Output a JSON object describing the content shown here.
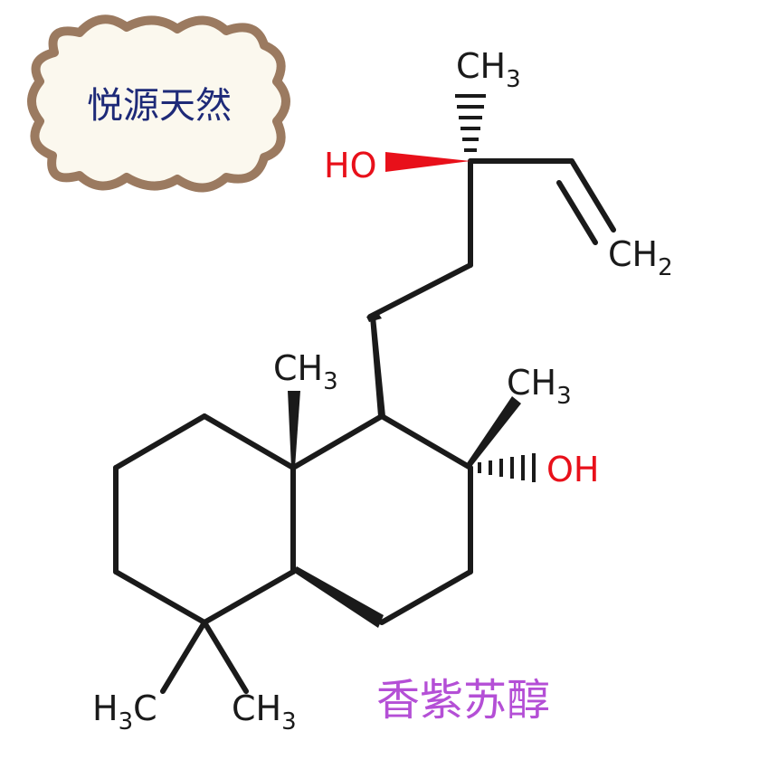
{
  "brand": {
    "text": "悦源天然",
    "frame_fill": "#fbf8ee",
    "frame_stroke": "#9b7a60",
    "text_color": "#1e2a78"
  },
  "caption": {
    "text": "香紫苏醇",
    "color": "#b44fd6"
  },
  "molecule": {
    "labels": {
      "ch3_top": {
        "main": "CH",
        "sub": "3"
      },
      "ho_top": {
        "main": "HO"
      },
      "ch2_vinyl": {
        "main": "CH",
        "sub": "2"
      },
      "ch3_ring_junction": {
        "main": "CH",
        "sub": "3"
      },
      "ch3_ring_right": {
        "main": "CH",
        "sub": "3"
      },
      "oh_ring": {
        "main": "OH"
      },
      "h3c_bottom_left": {
        "main": "H",
        "sub": "3",
        "tail": "C"
      },
      "ch3_bottom_right": {
        "main": "CH",
        "sub": "3"
      }
    },
    "bond_color": "#1a1a1a",
    "heteroatom_color": "#e8101a"
  }
}
